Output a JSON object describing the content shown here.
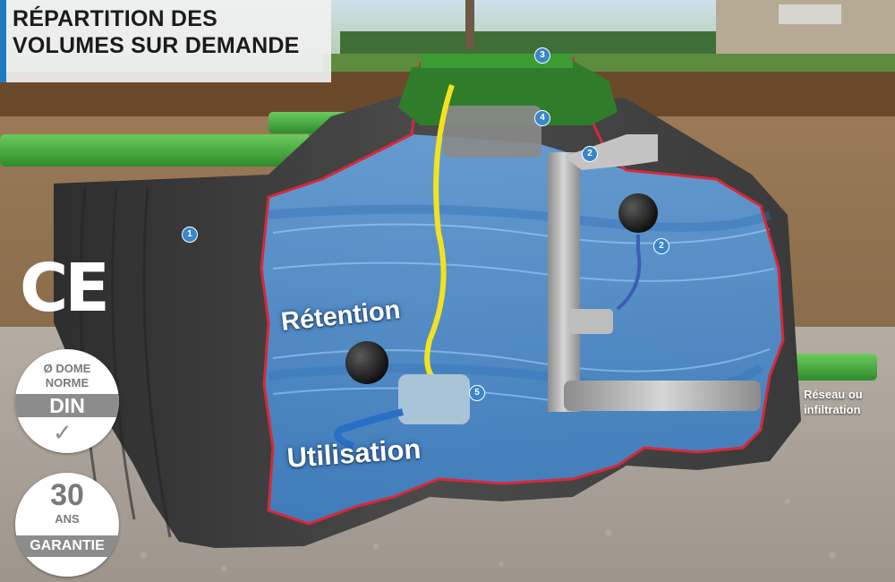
{
  "title": {
    "line1": "RÉPARTITION DES",
    "line2": "VOLUMES SUR DEMANDE"
  },
  "certification": {
    "ce_mark": "CE"
  },
  "badges": {
    "din": {
      "line1": "Ø DOME",
      "line2": "NORME",
      "band": "DIN"
    },
    "warranty": {
      "number": "30",
      "unit": "ANS",
      "band": "GARANTIE"
    }
  },
  "zones": {
    "retention": "Rétention",
    "utilisation": "Utilisation"
  },
  "outlet_label": {
    "line1": "Réseau ou",
    "line2": "infiltration"
  },
  "markers": [
    "1",
    "2",
    "2",
    "3",
    "4",
    "5"
  ],
  "colors": {
    "accent_bar": "#1f7bc1",
    "pipe_green": "#3fa53a",
    "cutaway_edge": "#d8283a",
    "water_blue": "#4a8fd8",
    "tank_body": "#3a3a3a",
    "badge_grey": "#8c8c8c"
  }
}
